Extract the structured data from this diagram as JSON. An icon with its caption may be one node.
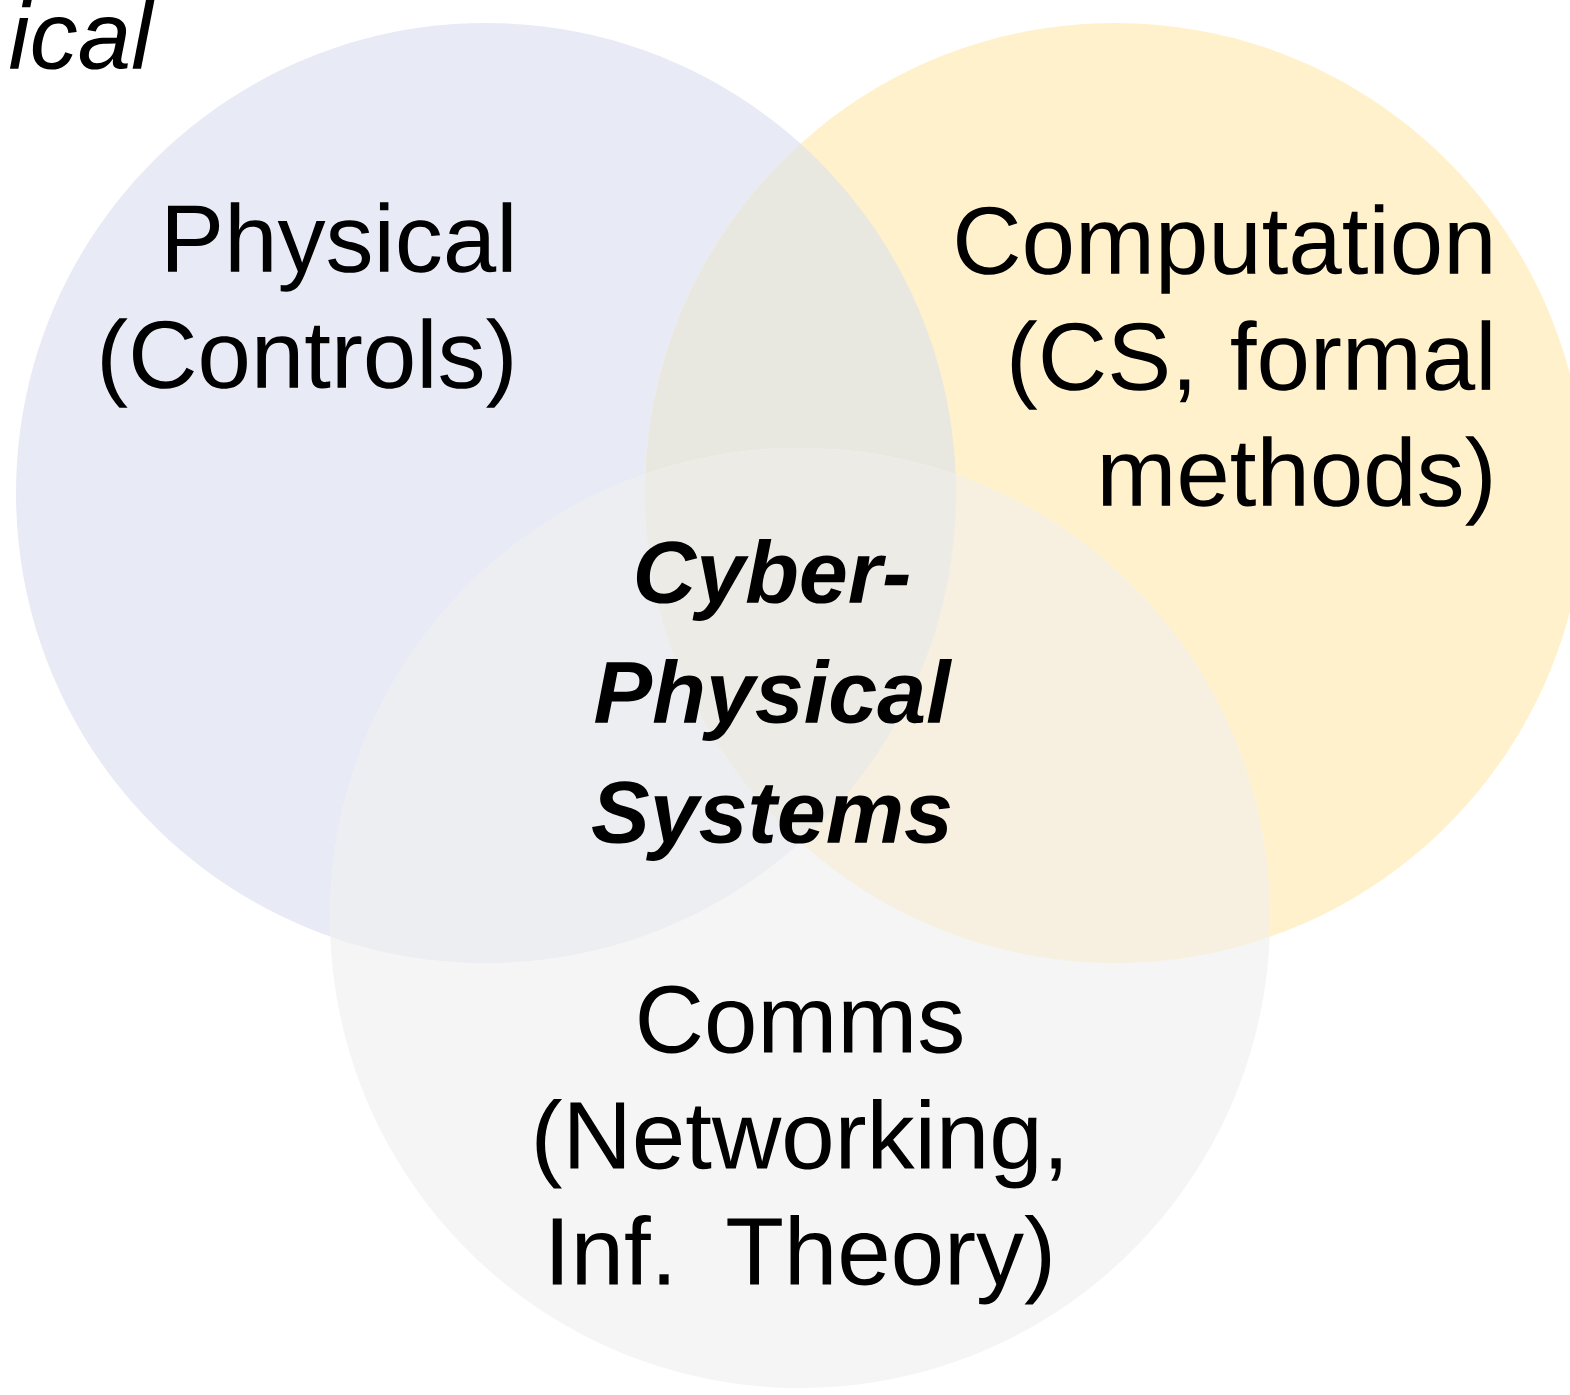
{
  "diagram": {
    "nodes": [
      {
        "text": [
          "Physical (Controls)"
        ]
      },
      {
        "text": [
          "Computation (CS, formal methods)"
        ]
      },
      {
        "text": [
          "Comms (Networking, Inf. Theory)"
        ]
      }
    ],
    "labels": [
      "ical",
      "Cyber-Physical Systems"
    ]
  }
}
